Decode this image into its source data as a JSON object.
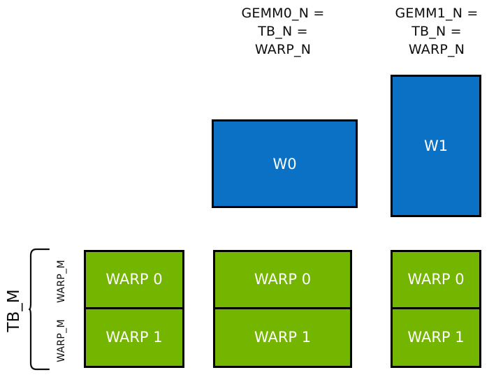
{
  "diagram": {
    "title_hidden": "",
    "colors": {
      "blue_tile": "#0a71c5",
      "green_tile": "#74b500",
      "outline": "#000000",
      "text_on_tile": "#ffffff",
      "text_plain": "#0d0d0d",
      "background": "#ffffff"
    },
    "headers": [
      {
        "id": "gemm0",
        "text": "GEMM0_N =\nTB_N =\nWARP_N"
      },
      {
        "id": "gemm1",
        "text": "GEMM1_N =\nTB_N =\nWARP_N"
      }
    ],
    "blue_boxes": [
      {
        "id": "w0",
        "label": "W0"
      },
      {
        "id": "w1",
        "label": "W1"
      }
    ],
    "green_columns": [
      {
        "id": "col0",
        "cells": [
          {
            "label": "WARP 0"
          },
          {
            "label": "WARP 1"
          }
        ]
      },
      {
        "id": "col1",
        "cells": [
          {
            "label": "WARP 0"
          },
          {
            "label": "WARP 1"
          }
        ]
      },
      {
        "id": "col2",
        "cells": [
          {
            "label": "WARP 0"
          },
          {
            "label": "WARP 1"
          }
        ]
      }
    ],
    "axis_labels": {
      "tb_m": "TB_M",
      "warp_m_top": "WARP_M",
      "warp_m_bottom": "WARP_M"
    }
  }
}
